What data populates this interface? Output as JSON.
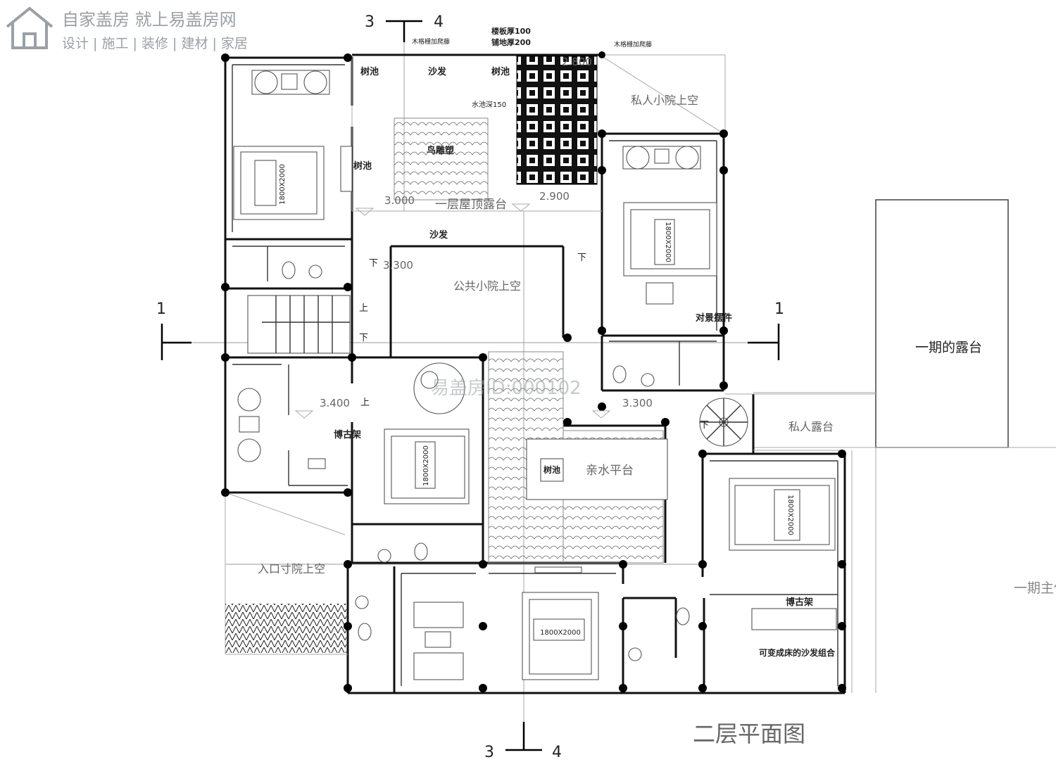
{
  "watermark": {
    "brand": "自家盖房 就上易盖房网",
    "tagline": "设计 | 施工 | 装修 | 建材 | 家居",
    "center_id": "易盖房ID:000102"
  },
  "plan_title": "二层平面图",
  "section_marks": {
    "top_left": "3",
    "top_right": "4",
    "bottom_left": "3",
    "bottom_right": "4",
    "left": "1",
    "right": "1"
  },
  "annotations": {
    "timber_trellis_left": "木格栅加爬藤",
    "timber_trellis_right": "木格栅加爬藤",
    "slab_thickness": "楼板厚100",
    "paving_thickness": "铺地厚200",
    "pool_depth": "水池深150"
  },
  "elevations": {
    "e_2800": "2.800",
    "e_3000": "3.000",
    "e_2900": "2.900",
    "e_3300_upper": "3.300",
    "e_3400": "3.400",
    "e_3300_lower": "3.300"
  },
  "rooms": {
    "tree_pool_top_left": "树池",
    "sofa_top": "沙发",
    "tree_pool_top_mid": "树池",
    "bird_sculpture": "鸟雕塑",
    "tree_pool_left": "树池",
    "roof_terrace": "一层屋顶露台",
    "sofa_mid": "沙发",
    "public_courtyard": "公共小院上空",
    "private_courtyard": "私人小院上空",
    "scenic_decor": "对景摆件",
    "phase_one_terrace": "一期的露台",
    "private_terrace": "私人露台",
    "curio_shelf_left": "博古架",
    "tree_pool_platform": "树池",
    "water_platform": "亲水平台",
    "entrance_courtyard": "入口寸院上空",
    "curio_shelf_right": "博古架",
    "sofa_bed_combo": "可变成床的沙发组合",
    "phase_one_main": "一期主体"
  },
  "stairs": {
    "up_1": "上",
    "down_1": "下",
    "up_2": "上",
    "down_2": "下",
    "down_3": "下",
    "down_4": "下",
    "down_5": "下"
  },
  "beds": {
    "bed_1": "1800X2000",
    "bed_2": "1800X2000",
    "bed_3": "1800X2000",
    "bed_4": "1800X2000",
    "bed_5": "1800X2000"
  }
}
